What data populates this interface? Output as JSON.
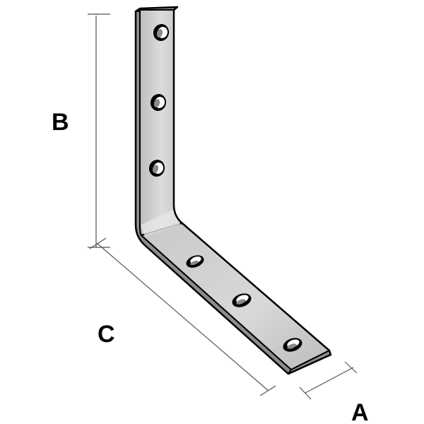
{
  "labels": {
    "a": "A",
    "b": "B",
    "c": "C"
  },
  "colors": {
    "outline": "#000000",
    "face": "#c8c8c8",
    "face_light": "#dcdcdc",
    "face_dark": "#9a9a9a",
    "edge": "#6f6f6f",
    "dimension_line": "#555555",
    "hole_inner": "#ffffff",
    "hole_shadow": "#7a7a7a"
  }
}
